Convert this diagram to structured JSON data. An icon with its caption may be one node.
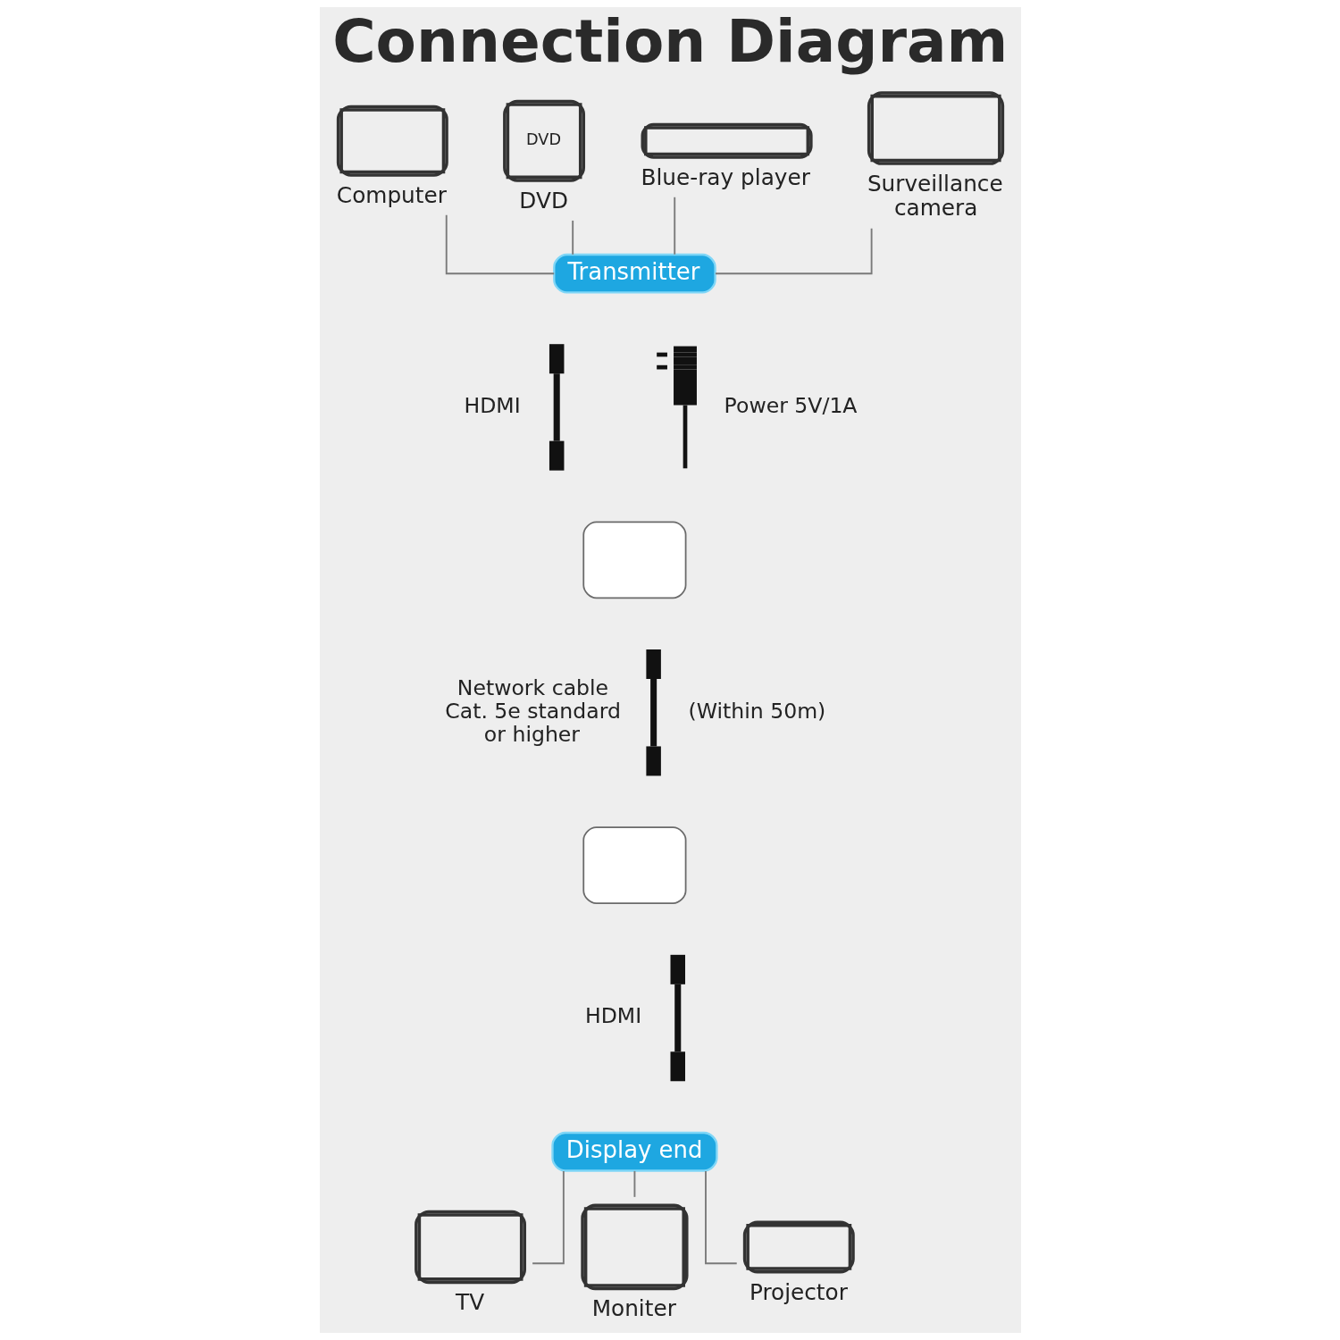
{
  "diagram": {
    "title": "Connection Diagram",
    "nodes": [
      {
        "text": [
          "Computer"
        ]
      },
      {
        "text": [
          "DVD",
          "DVD"
        ]
      },
      {
        "text": [
          "Blue-ray player"
        ]
      },
      {
        "text": [
          "Surveillance camera"
        ]
      },
      {
        "text": [
          "Transmitter"
        ]
      },
      {
        "text": [],
        "shape": "picture",
        "beside": [
          "HDMI"
        ]
      },
      {
        "text": [],
        "shape": "picture",
        "beside": [
          "Power 5V/1A"
        ]
      },
      {
        "text": [],
        "shape": "box"
      },
      {
        "text": [],
        "shape": "picture",
        "beside": [
          "Network cable Cat. 5e standard or higher",
          "(Within 50m)"
        ]
      },
      {
        "text": [],
        "shape": "box"
      },
      {
        "text": [],
        "shape": "picture",
        "beside": [
          "HDMI"
        ]
      },
      {
        "text": [
          "Display end"
        ]
      },
      {
        "text": [
          "TV"
        ]
      },
      {
        "text": [
          "Moniter"
        ]
      },
      {
        "text": [
          "Projector"
        ]
      }
    ],
    "edges": [
      {
        "from": 0,
        "to": 4,
        "arrow": "none"
      },
      {
        "from": 1,
        "to": 4,
        "arrow": "none"
      },
      {
        "from": 2,
        "to": 4,
        "arrow": "none"
      },
      {
        "from": 3,
        "to": 4,
        "arrow": "none"
      },
      {
        "from": 11,
        "to": 12,
        "arrow": "none"
      },
      {
        "from": 11,
        "to": 13,
        "arrow": "none"
      },
      {
        "from": 11,
        "to": 14,
        "arrow": "none"
      }
    ]
  }
}
